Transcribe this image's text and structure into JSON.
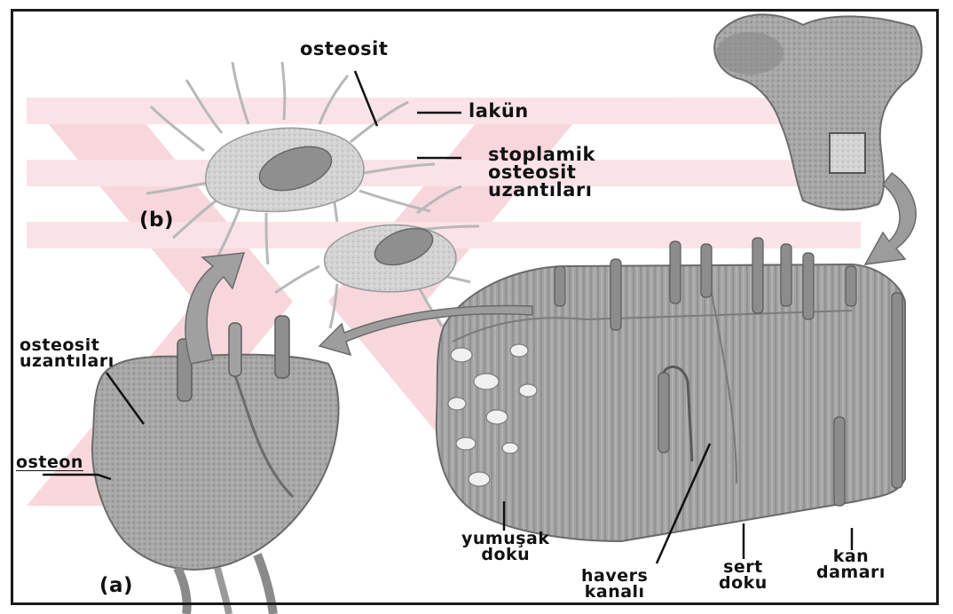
{
  "labels": {
    "osteosit_top": "osteosit",
    "lakun": "lakün",
    "stoplamik": [
      "stoplamik",
      "osteosit",
      "uzantıları"
    ],
    "b": "(b)",
    "osteosit_uzantilari": [
      "osteosit",
      "uzantıları"
    ],
    "osteon": "osteon",
    "a": "(a)",
    "yumusak_doku": [
      "yumuşak",
      "doku"
    ],
    "havers_kanali": [
      "havers",
      "kanalı"
    ],
    "sert_doku": [
      "sert",
      "doku"
    ],
    "kan_damari": [
      "kan",
      "damarı"
    ]
  },
  "colors": {
    "tissue": "#9a9a9a",
    "tissue_light": "#cfcfcf",
    "watermark": "#f2b8c0",
    "line": "#111111"
  }
}
